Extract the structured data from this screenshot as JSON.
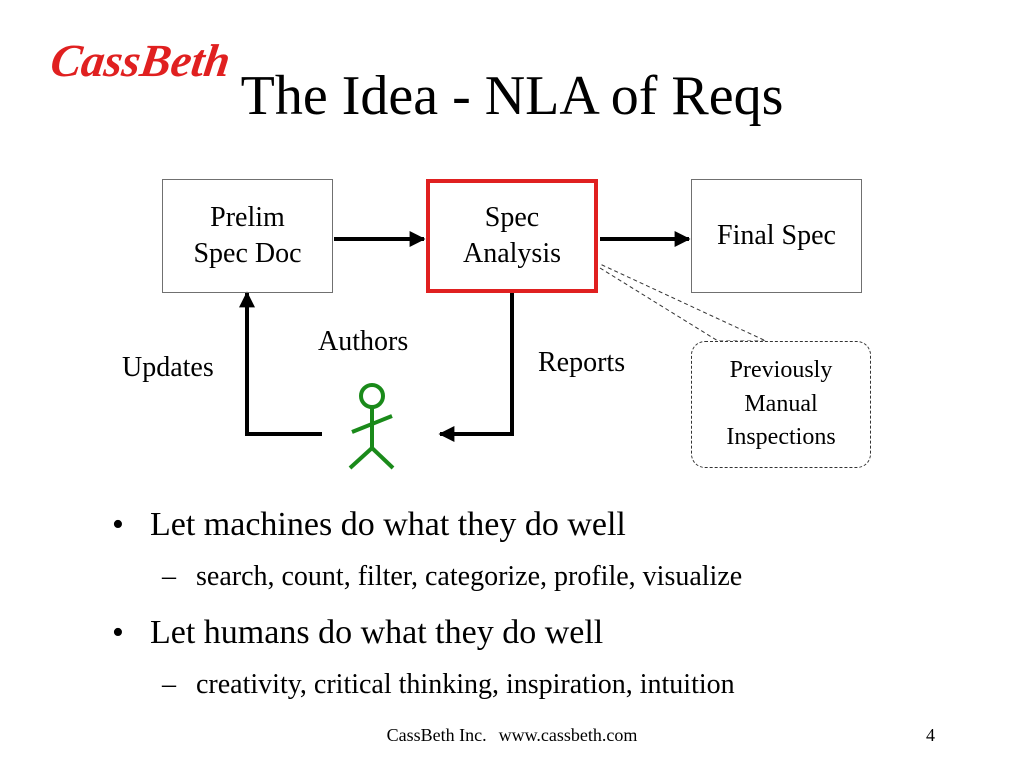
{
  "logo": {
    "text": "CassBeth",
    "color": "#e02020"
  },
  "slide": {
    "title": "The Idea - NLA of Reqs"
  },
  "diagram": {
    "boxes": {
      "prelim_line1": "Prelim",
      "prelim_line2": "Spec Doc",
      "analysis_line1": "Spec",
      "analysis_line2": "Analysis",
      "final": "Final Spec"
    },
    "callout": {
      "line1": "Previously",
      "line2": "Manual",
      "line3": "Inspections"
    },
    "labels": {
      "authors": "Authors",
      "updates": "Updates",
      "reports": "Reports"
    },
    "highlight_color": "#e02020",
    "person_color": "#1a8a1a",
    "person_icon": "stick-figure-icon"
  },
  "bullets": [
    {
      "text": "Let machines do what they do well",
      "sub": "search, count, filter, categorize, profile, visualize"
    },
    {
      "text": "Let humans do what they do well",
      "sub": "creativity, critical thinking, inspiration, intuition"
    }
  ],
  "markers": {
    "bullet": "•",
    "dash": "–"
  },
  "footer": {
    "company": "CassBeth Inc.",
    "url": "www.cassbeth.com",
    "page": "4"
  }
}
